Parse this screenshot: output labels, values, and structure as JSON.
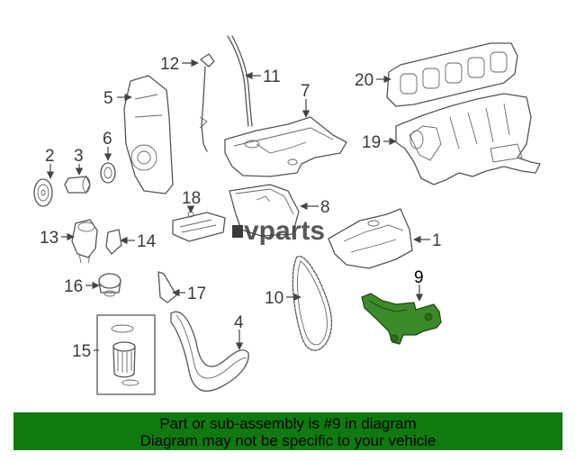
{
  "diagram": {
    "watermark": "vparts",
    "highlighted_part": "9",
    "callouts": [
      {
        "id": "1",
        "name": "1"
      },
      {
        "id": "2",
        "name": "2"
      },
      {
        "id": "3",
        "name": "3"
      },
      {
        "id": "4",
        "name": "4"
      },
      {
        "id": "5",
        "name": "5"
      },
      {
        "id": "6",
        "name": "6"
      },
      {
        "id": "7",
        "name": "7"
      },
      {
        "id": "8",
        "name": "8"
      },
      {
        "id": "9",
        "name": "9"
      },
      {
        "id": "10",
        "name": "10"
      },
      {
        "id": "11",
        "name": "11"
      },
      {
        "id": "12",
        "name": "12"
      },
      {
        "id": "13",
        "name": "13"
      },
      {
        "id": "14",
        "name": "14"
      },
      {
        "id": "15",
        "name": "15"
      },
      {
        "id": "16",
        "name": "16"
      },
      {
        "id": "17",
        "name": "17"
      },
      {
        "id": "18",
        "name": "18"
      },
      {
        "id": "19",
        "name": "19"
      },
      {
        "id": "20",
        "name": "20"
      }
    ],
    "colors": {
      "highlight": "#3d8a2a",
      "banner": "#0f7a0f",
      "watermark_accent": "#3a3a3a"
    }
  },
  "banner": {
    "line1": "Part or sub-assembly is #9 in diagram",
    "line2": "Diagram may not be specific to your vehicle"
  }
}
